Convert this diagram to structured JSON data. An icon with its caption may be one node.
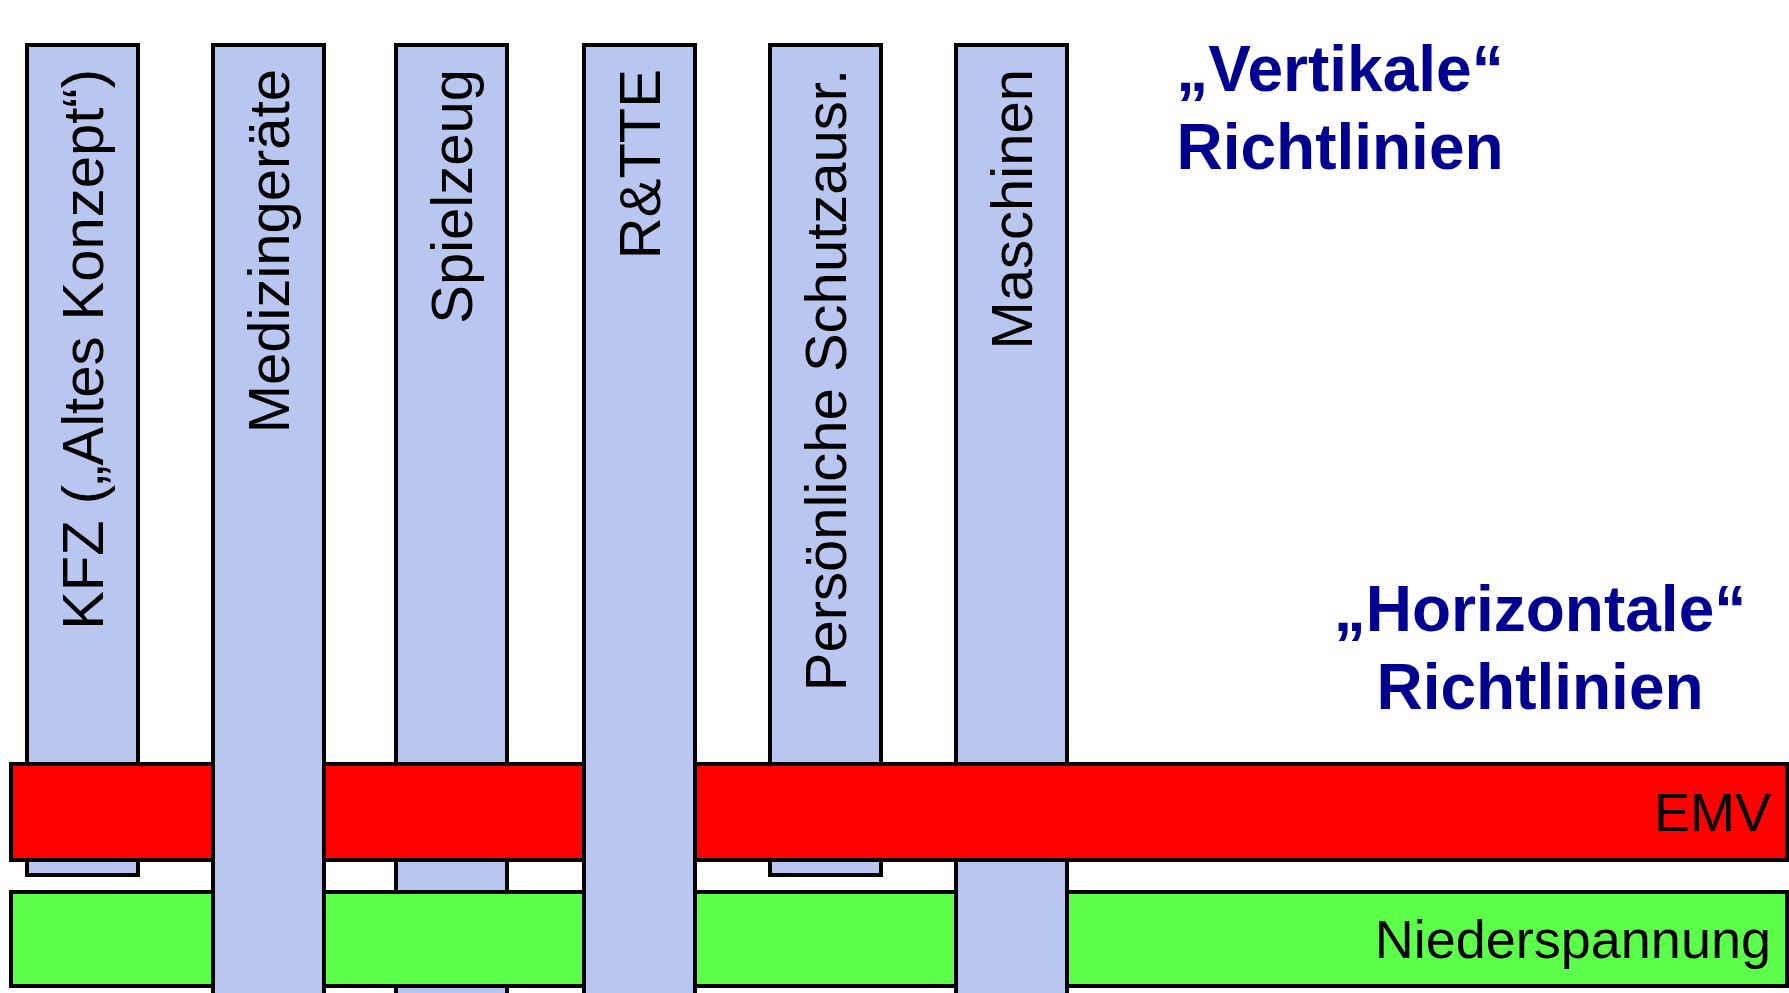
{
  "diagram": {
    "nodes": [
      {
        "text": [
          "KFZ („Altes Konzept“)"
        ]
      },
      {
        "text": [
          "Medizingeräte"
        ]
      },
      {
        "text": [
          "Spielzeug"
        ]
      },
      {
        "text": [
          "R&TTE"
        ]
      },
      {
        "text": [
          "Persönliche Schutzausr."
        ]
      },
      {
        "text": [
          "Maschinen"
        ]
      },
      {
        "text": [
          "EMV"
        ]
      },
      {
        "text": [
          "Niederspannung"
        ]
      }
    ],
    "labels": [
      "„Vertikale“ Richtlinien",
      "„Horizontale“ Richtlinien"
    ]
  }
}
